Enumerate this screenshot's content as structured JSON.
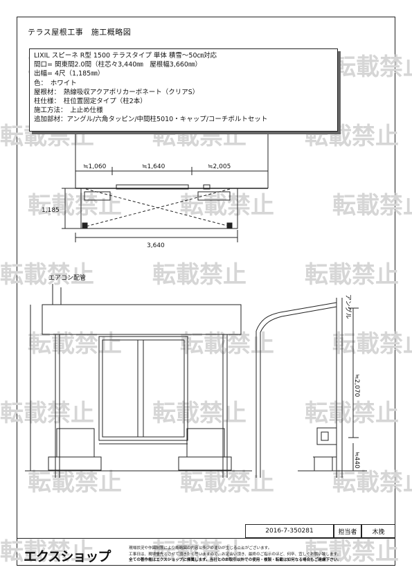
{
  "title": "テラス屋根工事　施工概略図",
  "spec_lines": [
    "LIXIL スピーネ R型 1500 テラスタイプ 単体 積雪～50㎝対応",
    "間口= 関東間2.0間（柱芯々3,440㎜　屋根幅3,660㎜）",
    "出幅= 4尺（1,185㎜）",
    "色：　ホワイト",
    "屋根材：　熱線吸収アクアポリカーボネート（クリアS）",
    "柱仕様：　柱位置固定タイプ（柱2本）",
    "施工方法：　上止め仕様",
    "追加部材：アングル/六角タッピン/中間柱5010・キャップ/コーチボルトセット"
  ],
  "plan": {
    "dim_top": [
      "≒1,060",
      "≒1,640",
      "≒2,005"
    ],
    "dim_depth": "1,185",
    "dim_width": "3,640"
  },
  "elevation": {
    "aircon_label": "エアコン配管"
  },
  "side": {
    "angle_label": "アングル",
    "height_label": "≒2,070",
    "lower_label": "≒440"
  },
  "watermark": "転載禁止",
  "footer": {
    "doc_number": "2016-7-350281",
    "person_label": "担当者",
    "person_name": "木挽",
    "logo": "エクスショップ",
    "notes": [
      "現場状況や作図制限により概略図の内容と多少の違いが生じることがございます。",
      "工事日は、現場優先とさせて頂きたく思いますので、お定会い頂き、最終のご指示のほど、何卒、宜しくお願い致します。",
      "全ての著作権はエクスショップに帰属します。当社とのお取引以外での使用・複製・転載は如何なる場合もご遠慮下さい。"
    ]
  }
}
